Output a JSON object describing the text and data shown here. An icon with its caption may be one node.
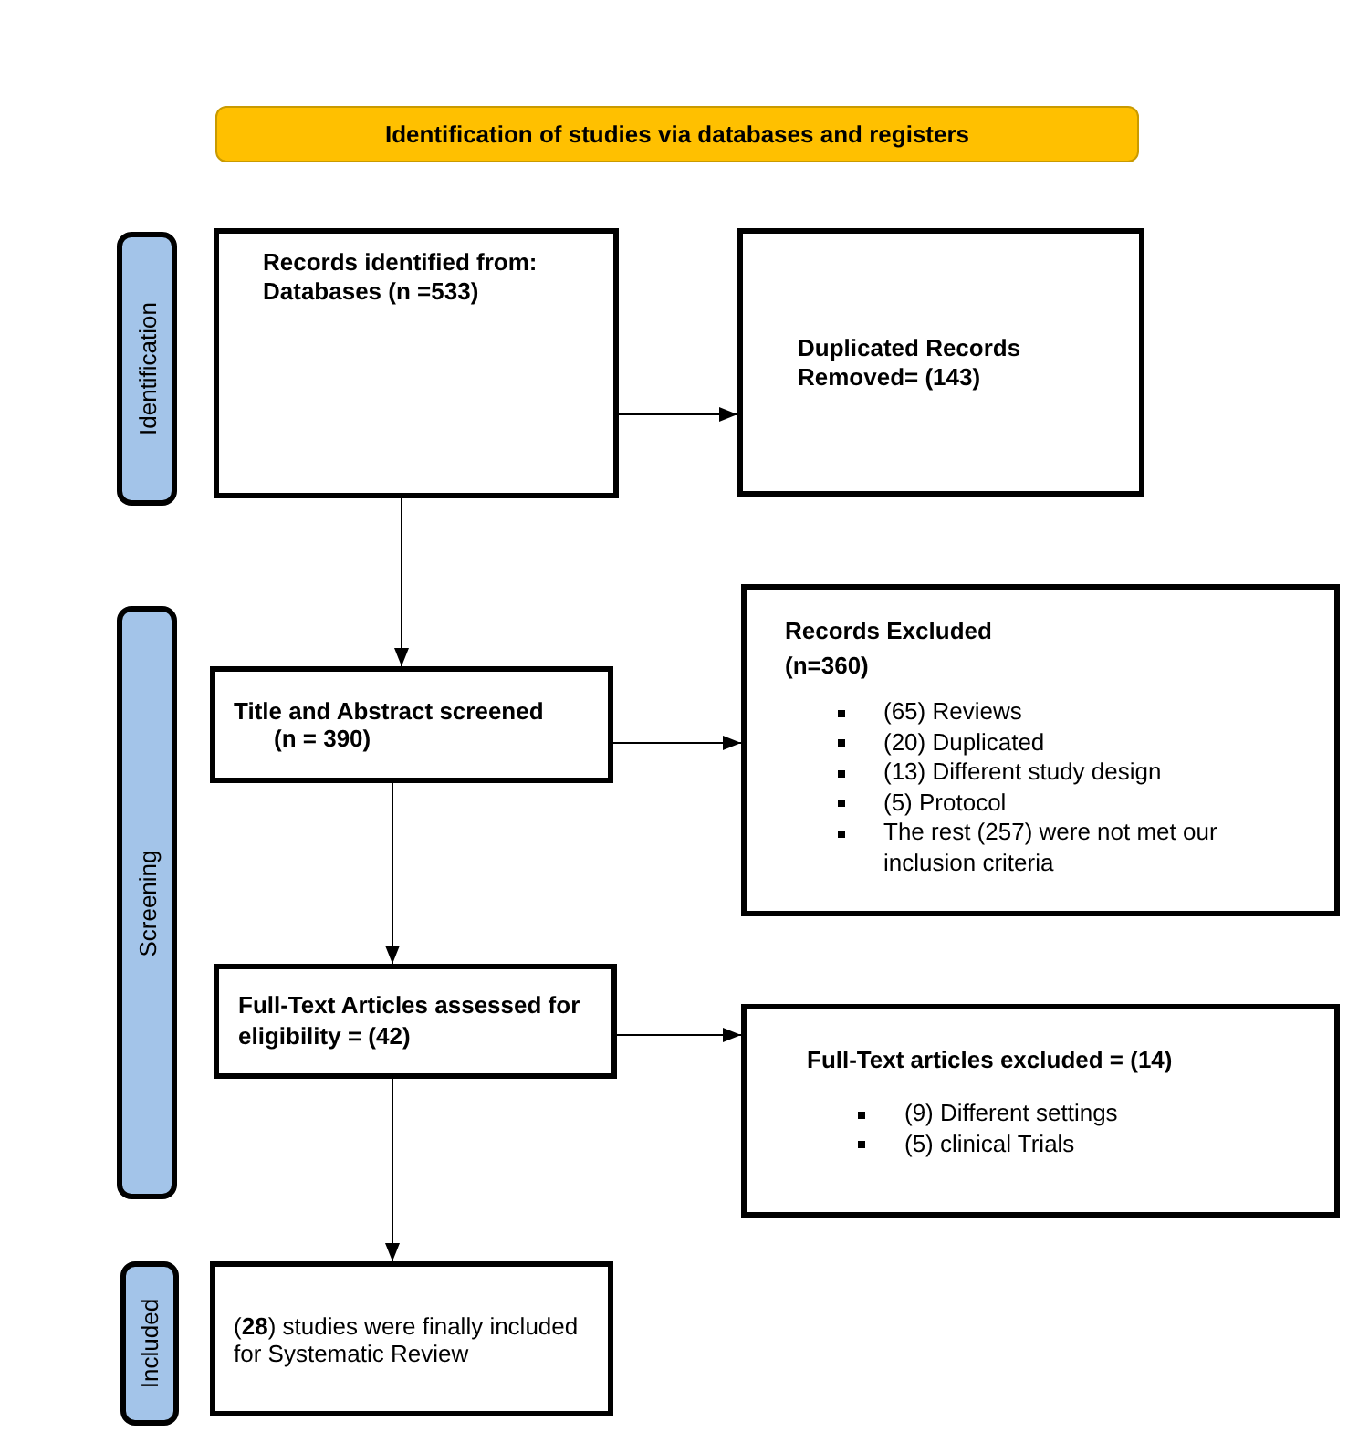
{
  "diagram": {
    "nodes": [
      {
        "text": [
          "Identification of studies via databases and registers"
        ]
      },
      {
        "text": [
          "Identification"
        ]
      },
      {
        "text": [
          "Records identified from: Databases (n =533)"
        ]
      },
      {
        "text": [
          "Duplicated Records Removed= (143)"
        ]
      },
      {
        "text": [
          "Screening"
        ]
      },
      {
        "text": [
          "Title and Abstract screened (n = 390)"
        ]
      },
      {
        "text": [
          "Records Excluded (n=360)",
          "(65) Reviews",
          "(20) Duplicated",
          "(13) Different study design",
          "(5) Protocol",
          "The rest (257) were not met our inclusion criteria"
        ]
      },
      {
        "text": [
          "Full-Text Articles assessed for eligibility = (42)"
        ]
      },
      {
        "text": [
          "Full-Text articles excluded = (14)",
          "(9) Different settings",
          "(5) clinical Trials"
        ]
      },
      {
        "text": [
          "Included"
        ]
      },
      {
        "text": [
          "(**28**) studies were finally included for Systematic Review"
        ]
      }
    ],
    "edges": [
      {
        "from": 2,
        "to": 3,
        "arrow": "to"
      },
      {
        "from": 2,
        "to": 5,
        "arrow": "to"
      },
      {
        "from": 5,
        "to": 6,
        "arrow": "to"
      },
      {
        "from": 5,
        "to": 7,
        "arrow": "to"
      },
      {
        "from": 7,
        "to": 8,
        "arrow": "to"
      },
      {
        "from": 7,
        "to": 10,
        "arrow": "to"
      }
    ]
  }
}
